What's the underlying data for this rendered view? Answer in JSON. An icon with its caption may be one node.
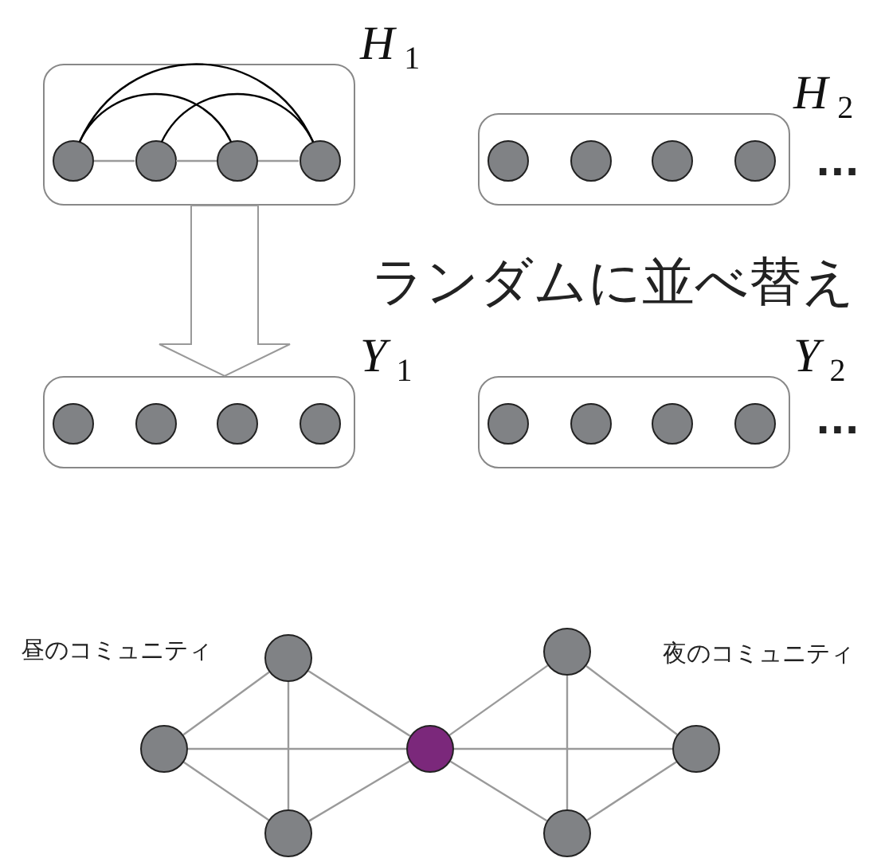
{
  "diagram": {
    "nodes": [
      {
        "text": [
          "*H*$_{1}$"
        ]
      },
      {
        "text": [],
        "shape": "circle",
        "in": 0
      },
      {
        "text": [],
        "shape": "circle",
        "in": 0
      },
      {
        "text": [],
        "shape": "circle",
        "in": 0
      },
      {
        "text": [],
        "shape": "circle",
        "in": 0
      },
      {
        "text": [
          "*H*$_{2}$"
        ]
      },
      {
        "text": [],
        "shape": "circle",
        "in": 5
      },
      {
        "text": [],
        "shape": "circle",
        "in": 5
      },
      {
        "text": [],
        "shape": "circle",
        "in": 5
      },
      {
        "text": [],
        "shape": "circle",
        "in": 5
      },
      {
        "text": [
          "*Y*$_{1}$"
        ]
      },
      {
        "text": [],
        "shape": "circle",
        "in": 10
      },
      {
        "text": [],
        "shape": "circle",
        "in": 10
      },
      {
        "text": [],
        "shape": "circle",
        "in": 10
      },
      {
        "text": [],
        "shape": "circle",
        "in": 10
      },
      {
        "text": [
          "*Y*$_{2}$"
        ]
      },
      {
        "text": [],
        "shape": "circle",
        "in": 15
      },
      {
        "text": [],
        "shape": "circle",
        "in": 15
      },
      {
        "text": [],
        "shape": "circle",
        "in": 15
      },
      {
        "text": [],
        "shape": "circle",
        "in": 15
      },
      {
        "text": [],
        "shape": "circle"
      },
      {
        "text": [],
        "shape": "circle"
      },
      {
        "text": [],
        "shape": "circle"
      },
      {
        "text": [],
        "shape": "circle"
      },
      {
        "text": [],
        "shape": "circle"
      },
      {
        "text": [],
        "shape": "circle"
      },
      {
        "text": [],
        "shape": "circle"
      }
    ],
    "edges": [
      {
        "from": 1,
        "to": 2,
        "arrow": "none"
      },
      {
        "from": 2,
        "to": 3,
        "arrow": "none"
      },
      {
        "from": 3,
        "to": 4,
        "arrow": "none"
      },
      {
        "from": 1,
        "to": 4,
        "arrow": "none",
        "color": "#000000"
      },
      {
        "from": 1,
        "to": 3,
        "arrow": "none",
        "color": "#000000"
      },
      {
        "from": 2,
        "to": 4,
        "arrow": "none",
        "color": "#000000"
      },
      {
        "from": 0,
        "to": 10,
        "arrow": "to",
        "label": "ランダムに並べ替え"
      },
      {
        "from": 20,
        "to": 21,
        "arrow": "none"
      },
      {
        "from": 20,
        "to": 22,
        "arrow": "none"
      },
      {
        "from": 20,
        "to": 23,
        "arrow": "none"
      },
      {
        "from": 21,
        "to": 23,
        "arrow": "none"
      },
      {
        "from": 21,
        "to": 22,
        "arrow": "none"
      },
      {
        "from": 22,
        "to": 23,
        "arrow": "none"
      },
      {
        "from": 23,
        "to": 24,
        "arrow": "none"
      },
      {
        "from": 23,
        "to": 25,
        "arrow": "none"
      },
      {
        "from": 23,
        "to": 26,
        "arrow": "none"
      },
      {
        "from": 24,
        "to": 25,
        "arrow": "none"
      },
      {
        "from": 24,
        "to": 26,
        "arrow": "none"
      },
      {
        "from": 25,
        "to": 26,
        "arrow": "none"
      }
    ],
    "labels": [
      "...",
      "...",
      "昼のコミュニティ",
      "夜のコミュニティ"
    ]
  }
}
